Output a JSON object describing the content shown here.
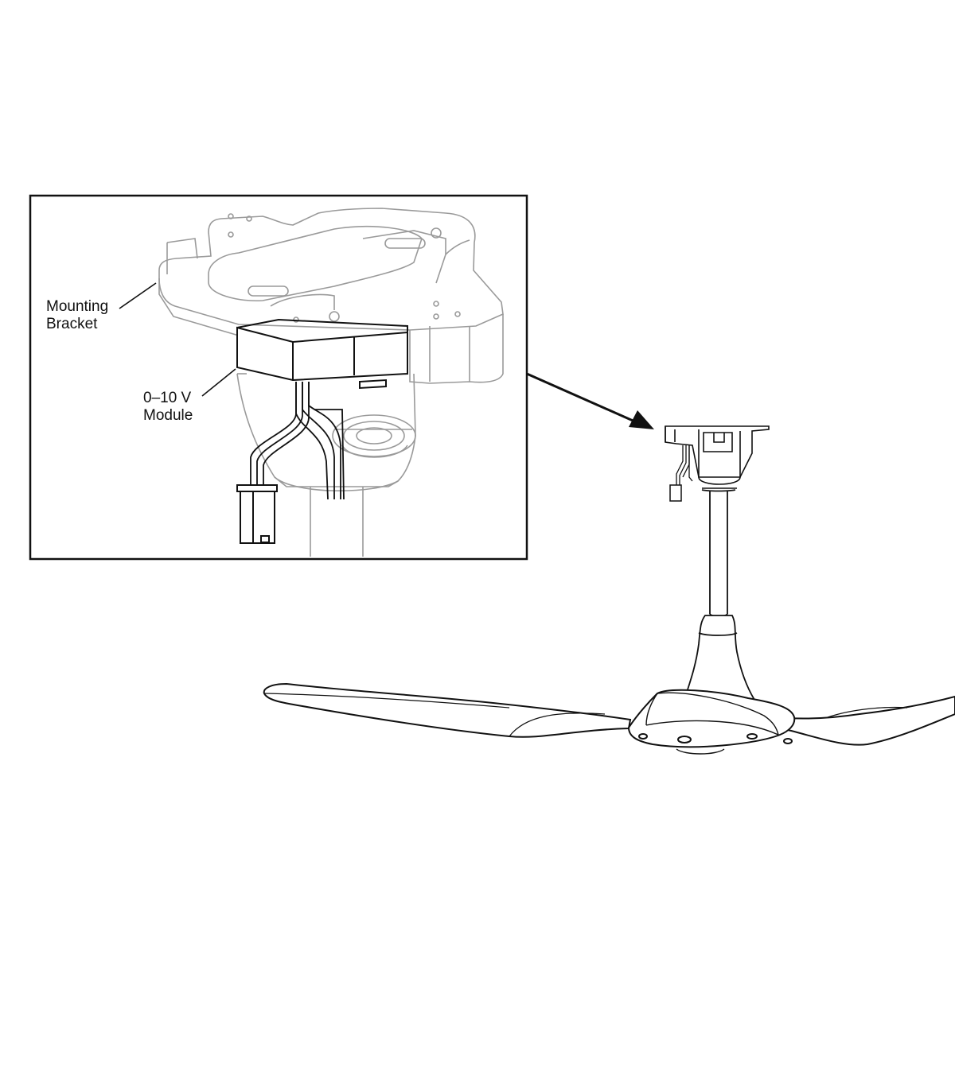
{
  "callouts": {
    "mounting_bracket": {
      "line1": "Mounting",
      "line2": "Bracket"
    },
    "module": {
      "line1": "0–10 V",
      "line2": "Module"
    }
  },
  "colors": {
    "ink": "#111111",
    "ghost": "#9a9a9a",
    "background": "#ffffff"
  }
}
